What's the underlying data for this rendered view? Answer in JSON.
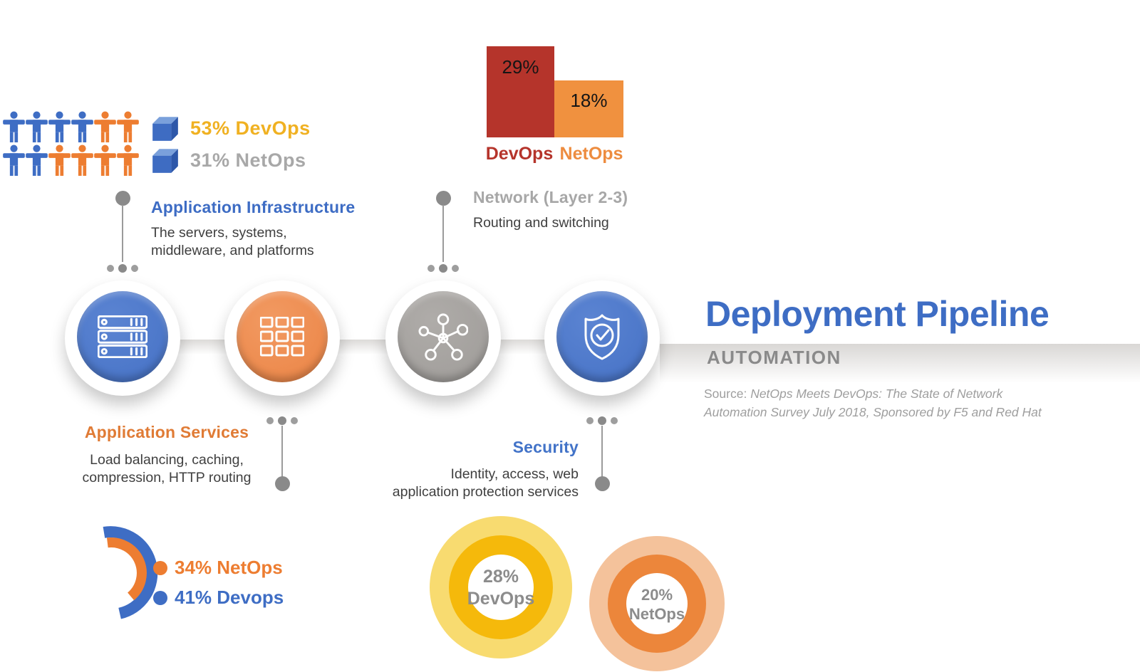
{
  "colors": {
    "blue": "#3E6DC4",
    "orange": "#ED7D31",
    "gray_circle": "#A5A29F",
    "gold_text": "#F0B122",
    "gray_text": "#A8A8A8",
    "bar_dark_red": "#B5342B",
    "bar_orange": "#F0913F",
    "donut_gold": "#F5B90B",
    "donut_gold_light": "#F8DB70",
    "donut_orange": "#EC863B",
    "donut_orange_light": "#F4C29B"
  },
  "pictogram": {
    "rows": [
      [
        "blue",
        "blue",
        "blue",
        "blue",
        "orange",
        "orange"
      ],
      [
        "blue",
        "blue",
        "orange",
        "orange",
        "orange",
        "orange"
      ]
    ],
    "legend": [
      {
        "icon": "cube-icon",
        "label": "53% DevOps"
      },
      {
        "icon": "cube-icon",
        "label": "31% NetOps"
      }
    ]
  },
  "bar_chart": {
    "bars": [
      {
        "value": "29%",
        "label": "DevOps"
      },
      {
        "value": "18%",
        "label": "NetOps"
      }
    ]
  },
  "pipeline": {
    "stages": [
      {
        "name": "Application Infrastructure",
        "desc": [
          "The servers, systems,",
          "middleware, and platforms"
        ],
        "icon": "server-icon"
      },
      {
        "name": "Application Services",
        "desc": [
          "Load balancing, caching,",
          "compression, HTTP routing"
        ],
        "icon": "grid-icon"
      },
      {
        "name": "Network (Layer 2-3)",
        "desc": [
          "Routing and switching"
        ],
        "icon": "network-icon"
      },
      {
        "name": "Security",
        "desc": [
          "Identity, access, web",
          "application protection services"
        ],
        "icon": "shield-icon"
      }
    ]
  },
  "title_block": {
    "title": "Deployment Pipeline",
    "subtitle": "AUTOMATION",
    "source_label": "Source: ",
    "source_line1": "NetOps Meets DevOps: The State of Network",
    "source_line2": "Automation  Survey July 2018, Sponsored by F5 and Red Hat"
  },
  "arc_chart": {
    "legend": [
      {
        "label": "34% NetOps",
        "color": "#ED7D31"
      },
      {
        "label": "41% Devops",
        "color": "#3E6DC4"
      }
    ]
  },
  "donuts": [
    {
      "value": "28%",
      "label": "DevOps"
    },
    {
      "value": "20%",
      "label": "NetOps"
    }
  ],
  "chart_data": [
    {
      "type": "pictogram",
      "categories": [
        "DevOps",
        "NetOps"
      ],
      "values": [
        53,
        31
      ],
      "unit": "%",
      "note": "12 person icons: row1 4 blue 2 orange, row2 2 blue 4 orange"
    },
    {
      "type": "bar",
      "categories": [
        "DevOps",
        "NetOps"
      ],
      "values": [
        29,
        18
      ],
      "unit": "%",
      "colors": [
        "#B5342B",
        "#F0913F"
      ]
    },
    {
      "type": "arc",
      "categories": [
        "NetOps",
        "Devops"
      ],
      "values": [
        34,
        41
      ],
      "unit": "%",
      "colors": [
        "#ED7D31",
        "#3E6DC4"
      ]
    },
    {
      "type": "donut",
      "categories": [
        "DevOps",
        "NetOps"
      ],
      "values": [
        28,
        20
      ],
      "unit": "%",
      "colors": [
        "#F5B90B",
        "#EC863B"
      ]
    }
  ]
}
